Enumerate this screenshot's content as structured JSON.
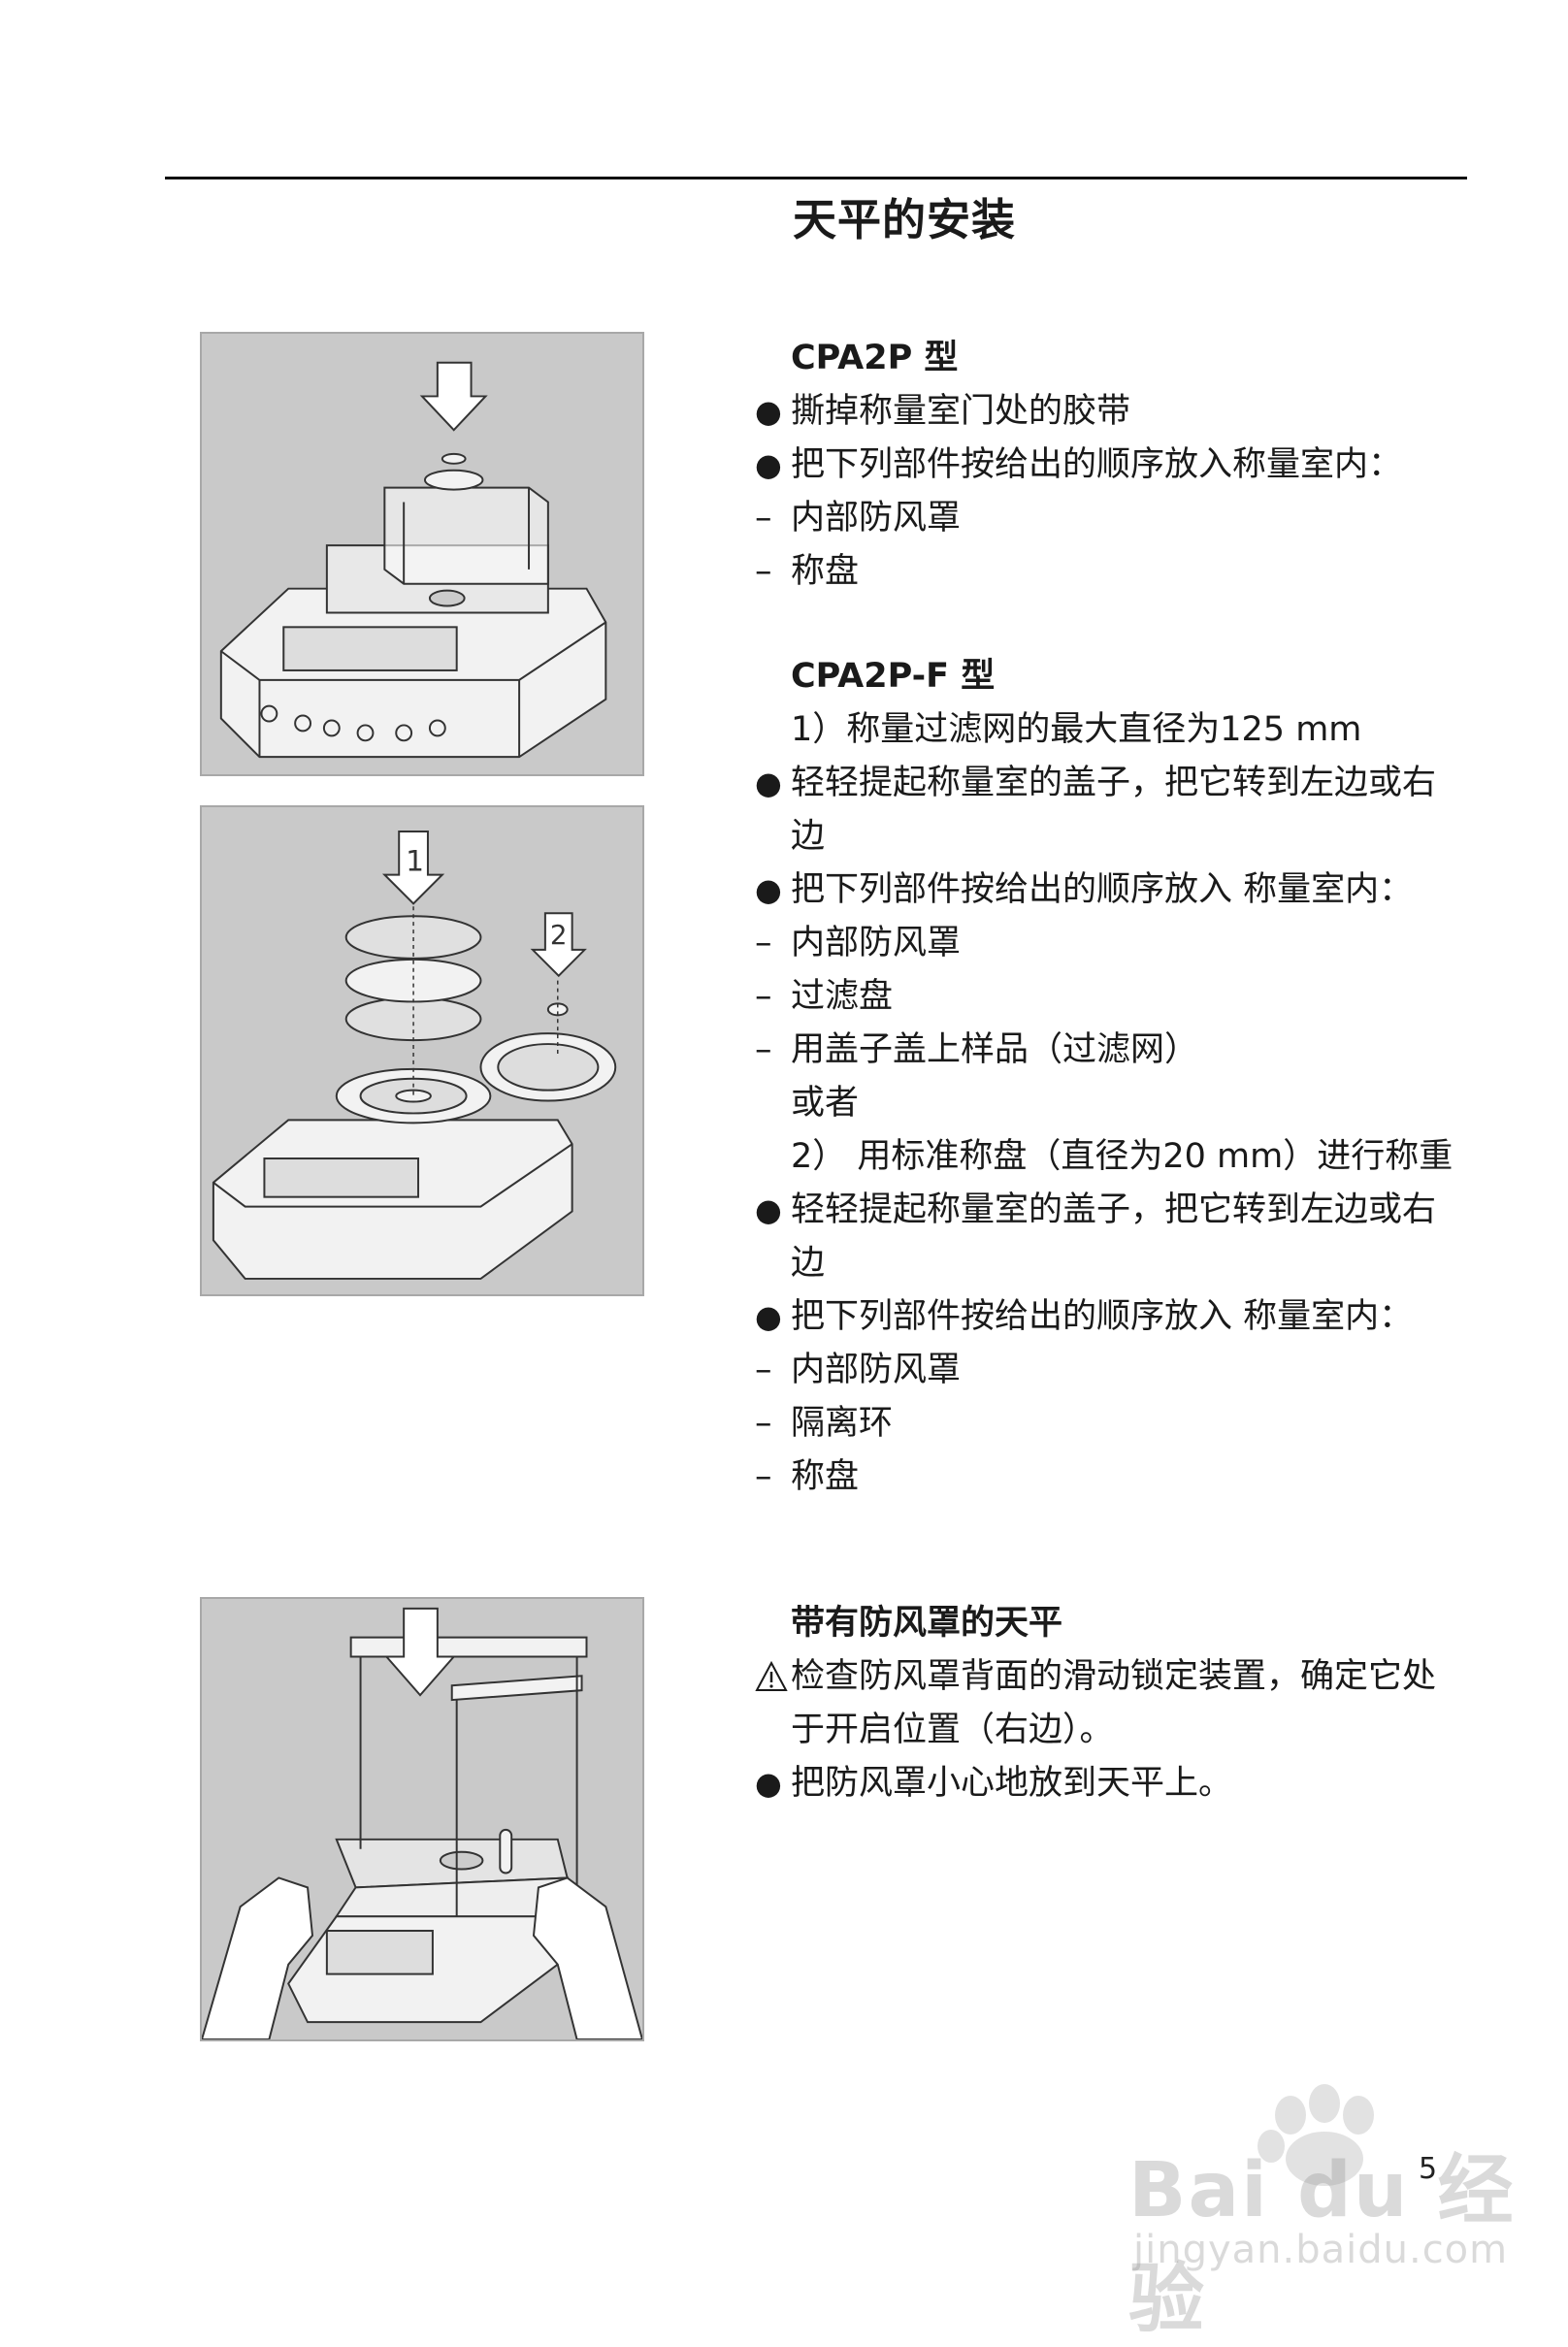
{
  "header": {
    "title": "天平的安装"
  },
  "sections": [
    {
      "heading": "CPA2P 型",
      "lines": [
        {
          "type": "bullet",
          "marker": "●",
          "text": "撕掉称量室门处的胶带"
        },
        {
          "type": "bullet",
          "marker": "●",
          "text": "把下列部件按给出的顺序放入称量室内："
        },
        {
          "type": "dash",
          "marker": "–",
          "text": "内部防风罩"
        },
        {
          "type": "dash",
          "marker": "–",
          "text": "称盘"
        }
      ]
    },
    {
      "heading": "CPA2P-F 型",
      "lines": [
        {
          "type": "indent",
          "marker": "",
          "text": "1）称量过滤网的最大直径为125 mm"
        },
        {
          "type": "bullet",
          "marker": "●",
          "text": "轻轻提起称量室的盖子，把它转到左边或右"
        },
        {
          "type": "indent",
          "marker": "",
          "text": "边"
        },
        {
          "type": "bullet",
          "marker": "●",
          "text": "把下列部件按给出的顺序放入 称量室内："
        },
        {
          "type": "dash",
          "marker": "–",
          "text": "内部防风罩"
        },
        {
          "type": "dash",
          "marker": "–",
          "text": "过滤盘"
        },
        {
          "type": "dash",
          "marker": "–",
          "text": "用盖子盖上样品（过滤网）"
        },
        {
          "type": "indent",
          "marker": "",
          "text": "或者"
        },
        {
          "type": "indent",
          "marker": "",
          "text": "2） 用标准称盘（直径为20 mm）进行称重"
        },
        {
          "type": "bullet",
          "marker": "●",
          "text": "轻轻提起称量室的盖子，把它转到左边或右"
        },
        {
          "type": "indent",
          "marker": "",
          "text": "边"
        },
        {
          "type": "bullet",
          "marker": "●",
          "text": "把下列部件按给出的顺序放入 称量室内："
        },
        {
          "type": "dash",
          "marker": "–",
          "text": "内部防风罩"
        },
        {
          "type": "dash",
          "marker": "–",
          "text": "隔离环"
        },
        {
          "type": "dash",
          "marker": "–",
          "text": "称盘"
        }
      ]
    },
    {
      "heading": "带有防风罩的天平",
      "lines": [
        {
          "type": "warn",
          "marker": "",
          "text": "检查防风罩背面的滑动锁定装置，确定它处"
        },
        {
          "type": "indent",
          "marker": "",
          "text": "于开启位置（右边）。"
        },
        {
          "type": "bullet",
          "marker": "●",
          "text": "把防风罩小心地放到天平上。"
        }
      ]
    }
  ],
  "figures": {
    "fig2_step1": "1",
    "fig2_step2": "2"
  },
  "footer": {
    "page_number": "5",
    "watermark_logo": "Bai du 经验",
    "watermark_url": "jingyan.baidu.com"
  }
}
